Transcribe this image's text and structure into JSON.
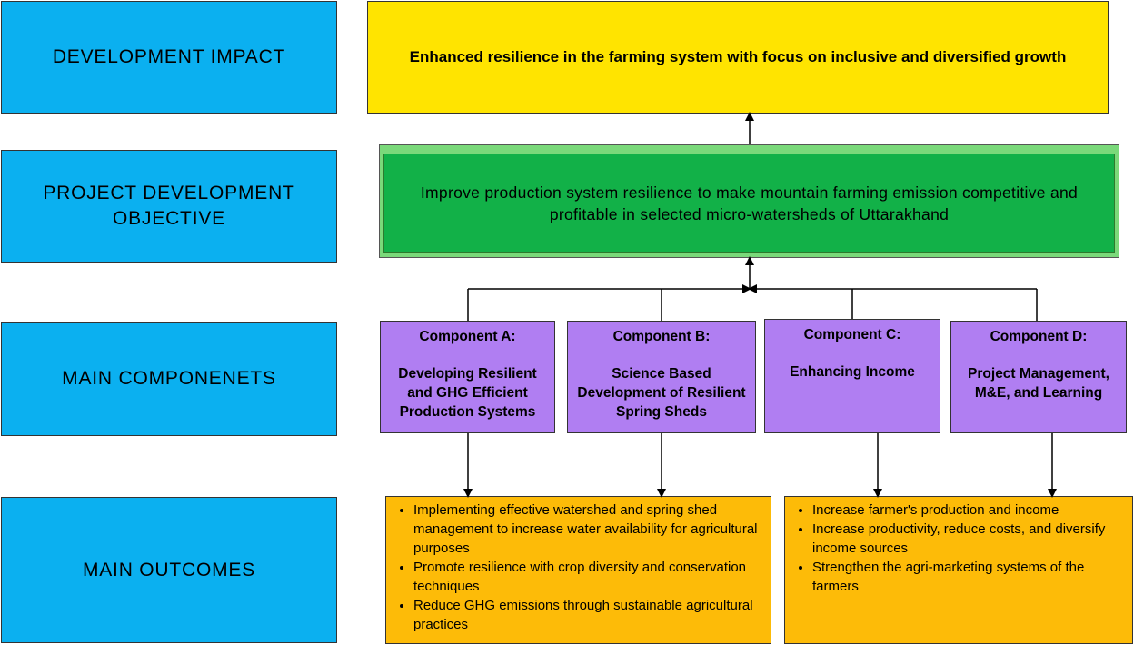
{
  "rows": {
    "development_impact": "DEVELOPMENT IMPACT",
    "project_development_objective": "PROJECT DEVELOPMENT\nOBJECTIVE",
    "main_components": "MAIN COMPONENETS",
    "main_outcomes": "MAIN OUTCOMES"
  },
  "impact": "Enhanced resilience in the farming system with focus on inclusive  and diversified growth",
  "objective": "Improve production system resilience to make mountain farming emission competitive and profitable in selected micro-watersheds of Uttarakhand",
  "components": [
    {
      "title": "Component A:",
      "desc": "Developing Resilient and GHG Efficient Production Systems"
    },
    {
      "title": "Component B:",
      "desc": "Science Based Development of Resilient Spring Sheds"
    },
    {
      "title": "Component C:",
      "desc": "Enhancing Income"
    },
    {
      "title": "Component D:",
      "desc": "Project Management, M&E, and Learning"
    }
  ],
  "outcomes_left": [
    "Implementing effective watershed and spring shed management to increase water availability for agricultural purposes",
    "Promote resilience with crop diversity and conservation techniques",
    "Reduce GHG emissions through sustainable agricultural practices"
  ],
  "outcomes_right": [
    "Increase farmer's production and income",
    "Increase productivity, reduce costs, and diversify income sources",
    "Strengthen the agri-marketing systems of the farmers"
  ],
  "colors": {
    "label_blue": "#0bb0f0",
    "impact_yellow": "#ffe400",
    "objective_green": "#12b148",
    "component_purple": "#b07ef2",
    "outcome_orange": "#fdbb08"
  }
}
